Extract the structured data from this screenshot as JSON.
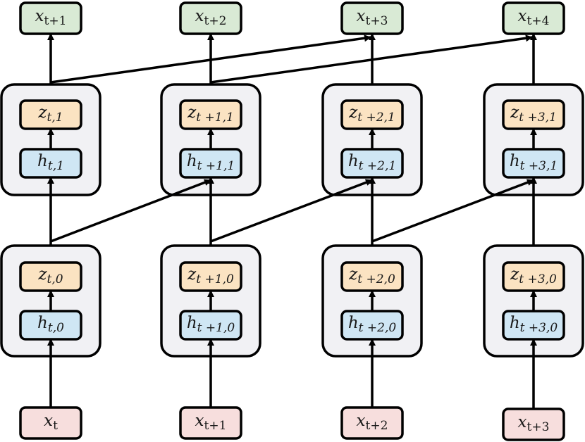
{
  "colors": {
    "output_fill": "#d9ead5",
    "input_fill": "#f7dedd",
    "z_fill": "#fbe3c2",
    "h_fill": "#cfe6f4",
    "cell_fill": "#f1f1f4",
    "stroke": "#000000"
  },
  "outputs": [
    {
      "base": "x",
      "sub": "t+1"
    },
    {
      "base": "x",
      "sub": "t+2"
    },
    {
      "base": "x",
      "sub": "t+3"
    },
    {
      "base": "x",
      "sub": "t+4"
    }
  ],
  "inputs": [
    {
      "base": "x",
      "sub": "t"
    },
    {
      "base": "x",
      "sub": "t+1"
    },
    {
      "base": "x",
      "sub": "t+2"
    },
    {
      "base": "x",
      "sub": "t+3"
    }
  ],
  "layer1": [
    {
      "z": {
        "base": "z",
        "sub": "t,1"
      },
      "h": {
        "base": "h",
        "sub": "t,1"
      }
    },
    {
      "z": {
        "base": "z",
        "sub": "t +1,1"
      },
      "h": {
        "base": "h",
        "sub": "t +1,1"
      }
    },
    {
      "z": {
        "base": "z",
        "sub": "t +2,1"
      },
      "h": {
        "base": "h",
        "sub": "t +2,1"
      }
    },
    {
      "z": {
        "base": "z",
        "sub": "t +3,1"
      },
      "h": {
        "base": "h",
        "sub": "t +3,1"
      }
    }
  ],
  "layer0": [
    {
      "z": {
        "base": "z",
        "sub": "t,0"
      },
      "h": {
        "base": "h",
        "sub": "t,0"
      }
    },
    {
      "z": {
        "base": "z",
        "sub": "t +1,0"
      },
      "h": {
        "base": "h",
        "sub": "t +1,0"
      }
    },
    {
      "z": {
        "base": "z",
        "sub": "t +2,0"
      },
      "h": {
        "base": "h",
        "sub": "t +2,0"
      }
    },
    {
      "z": {
        "base": "z",
        "sub": "t +3,0"
      },
      "h": {
        "base": "h",
        "sub": "t +3,0"
      }
    }
  ]
}
